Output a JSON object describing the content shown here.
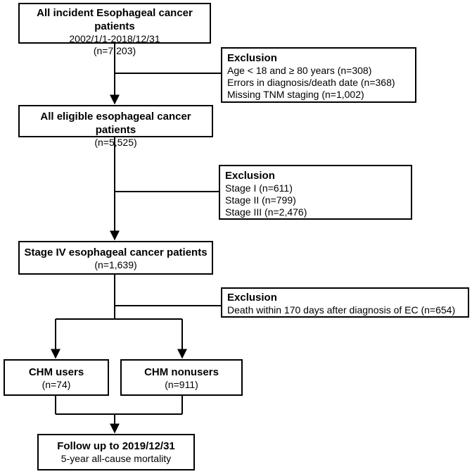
{
  "flowchart": {
    "box_all_incident": {
      "title": "All incident Esophageal cancer patients",
      "lines": [
        "2002/1/1-2018/12/31",
        "(n=7,203)"
      ]
    },
    "box_exclusion_1": {
      "title": "Exclusion",
      "lines": [
        "Age < 18 and ≥ 80 years  (n=308)",
        "Errors in diagnosis/death date (n=368)",
        "Missing TNM  staging (n=1,002)"
      ]
    },
    "box_all_eligible": {
      "title": "All  eligible esophageal cancer patients",
      "lines": [
        "(n=5,525)"
      ]
    },
    "box_exclusion_2": {
      "title": "Exclusion",
      "lines": [
        "Stage I  (n=611)",
        "Stage II  (n=799)",
        "Stage III  (n=2,476)"
      ]
    },
    "box_stage_iv": {
      "title": "Stage IV esophageal cancer patients",
      "lines": [
        "(n=1,639)"
      ]
    },
    "box_exclusion_3": {
      "title": "Exclusion",
      "lines": [
        "Death within  170 days after diagnosis of EC (n=654)"
      ]
    },
    "box_chm_users": {
      "title": "CHM users",
      "lines": [
        "(n=74)"
      ]
    },
    "box_chm_nonusers": {
      "title": "CHM nonusers",
      "lines": [
        "(n=911)"
      ]
    },
    "box_follow_up": {
      "title": "Follow up to 2019/12/31",
      "lines": [
        "5-year all-cause mortality"
      ]
    }
  }
}
